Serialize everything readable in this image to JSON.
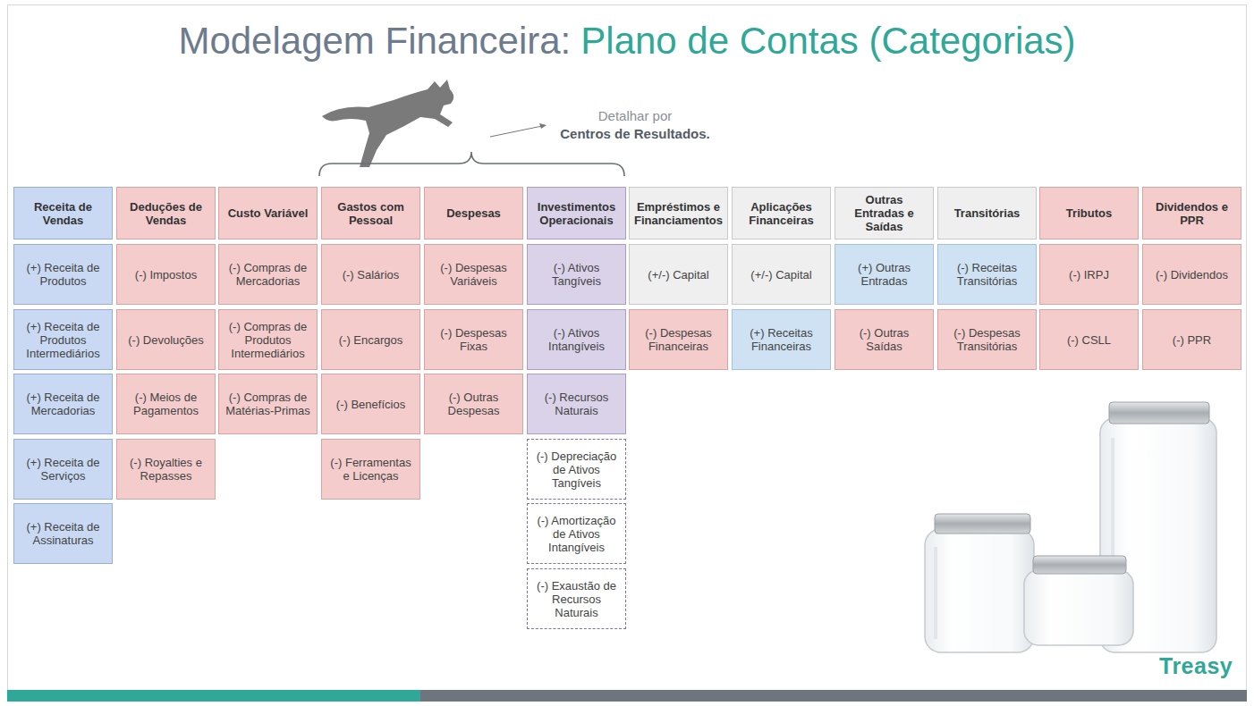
{
  "diagram": {
    "title": "Modelagem Financeira:",
    "nodes": [
      {
        "text": [
          "Receita de Vendas"
        ]
      },
      {
        "text": [
          "(+) Receita de Produtos"
        ]
      },
      {
        "text": [
          "(+) Receita de Produtos Intermediários"
        ]
      },
      {
        "text": [
          "(+) Receita de Mercadorias"
        ]
      },
      {
        "text": [
          "(+) Receita de Serviços"
        ]
      },
      {
        "text": [
          "(+) Receita de Assinaturas"
        ]
      },
      {
        "text": [
          "Deduções de Vendas"
        ]
      },
      {
        "text": [
          "(-) Impostos"
        ]
      },
      {
        "text": [
          "(-) Devoluções"
        ]
      },
      {
        "text": [
          "(-) Meios de Pagamentos"
        ]
      },
      {
        "text": [
          "(-) Royalties e Repasses"
        ]
      },
      {
        "text": [
          "Custo Variável"
        ]
      },
      {
        "text": [
          "(-) Compras de Mercadorias"
        ]
      },
      {
        "text": [
          "(-) Compras de Produtos Intermediários"
        ]
      },
      {
        "text": [
          "(-) Compras de Matérias-Primas"
        ]
      },
      {
        "text": [
          "Gastos com Pessoal"
        ]
      },
      {
        "text": [
          "(-) Salários"
        ]
      },
      {
        "text": [
          "(-) Encargos"
        ]
      },
      {
        "text": [
          "(-) Benefícios"
        ]
      },
      {
        "text": [
          "(-) Ferramentas e Licenças"
        ]
      },
      {
        "text": [
          "Despesas"
        ]
      },
      {
        "text": [
          "(-) Despesas Variáveis"
        ]
      },
      {
        "text": [
          "(-) Despesas Fixas"
        ]
      },
      {
        "text": [
          "(-) Outras Despesas"
        ]
      },
      {
        "text": [
          "Investimentos Operacionais"
        ]
      },
      {
        "text": [
          "(-) Ativos Tangíveis"
        ]
      },
      {
        "text": [
          "(-) Ativos Intangíveis"
        ]
      },
      {
        "text": [
          "(-) Recursos Naturais"
        ]
      },
      {
        "text": [
          "(-) Depreciação de Ativos Tangíveis"
        ]
      },
      {
        "text": [
          "(-) Amortização de Ativos Intangíveis"
        ]
      },
      {
        "text": [
          "(-) Exaustão de Recursos Naturais"
        ]
      },
      {
        "text": [
          "Empréstimos e Financiamentos"
        ]
      },
      {
        "text": [
          "(+/-) Capital"
        ]
      },
      {
        "text": [
          "(-) Despesas Financeiras"
        ]
      },
      {
        "text": [
          "Aplicações Financeiras"
        ]
      },
      {
        "text": [
          "(+/-) Capital"
        ]
      },
      {
        "text": [
          "(+) Receitas Financeiras"
        ]
      },
      {
        "text": [
          "Outras Entradas e Saídas"
        ]
      },
      {
        "text": [
          "(+) Outras Entradas"
        ]
      },
      {
        "text": [
          "(-) Outras Saídas"
        ]
      },
      {
        "text": [
          "Transitórias"
        ]
      },
      {
        "text": [
          "(-) Receitas Transitórias"
        ]
      },
      {
        "text": [
          "(-) Despesas Transitórias"
        ]
      },
      {
        "text": [
          "Tributos"
        ]
      },
      {
        "text": [
          "(-) IRPJ"
        ]
      },
      {
        "text": [
          "(-) CSLL"
        ]
      },
      {
        "text": [
          "Dividendos e PPR"
        ]
      },
      {
        "text": [
          "(-) Dividendos"
        ]
      },
      {
        "text": [
          "(-) PPR"
        ]
      }
    ],
    "labels": [
      "Plano de Contas (Categorias)",
      "Detalhar por",
      "Centros de Resultados.",
      "Treasy"
    ]
  }
}
